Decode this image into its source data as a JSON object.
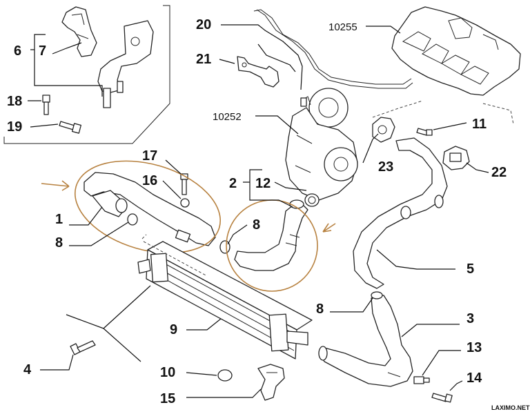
{
  "diagram": {
    "watermark": "LAXIMO.NET",
    "accent_color": "#b7813f",
    "labels": [
      {
        "id": "c20",
        "text": "20"
      },
      {
        "id": "c21",
        "text": "21"
      },
      {
        "id": "c10255",
        "text": "10255"
      },
      {
        "id": "c6",
        "text": "6"
      },
      {
        "id": "c7",
        "text": "7"
      },
      {
        "id": "c18",
        "text": "18"
      },
      {
        "id": "c19",
        "text": "19"
      },
      {
        "id": "c10252",
        "text": "10252"
      },
      {
        "id": "c11",
        "text": "11"
      },
      {
        "id": "c22",
        "text": "22"
      },
      {
        "id": "c23",
        "text": "23"
      },
      {
        "id": "c17",
        "text": "17"
      },
      {
        "id": "c16",
        "text": "16"
      },
      {
        "id": "c2",
        "text": "2"
      },
      {
        "id": "c12",
        "text": "12"
      },
      {
        "id": "c1",
        "text": "1"
      },
      {
        "id": "c8a",
        "text": "8"
      },
      {
        "id": "c8b",
        "text": "8"
      },
      {
        "id": "c5",
        "text": "5"
      },
      {
        "id": "c8c",
        "text": "8"
      },
      {
        "id": "c3",
        "text": "3"
      },
      {
        "id": "c9",
        "text": "9"
      },
      {
        "id": "c13",
        "text": "13"
      },
      {
        "id": "c4",
        "text": "4"
      },
      {
        "id": "c10",
        "text": "10"
      },
      {
        "id": "c14",
        "text": "14"
      },
      {
        "id": "c15",
        "text": "15"
      }
    ]
  }
}
